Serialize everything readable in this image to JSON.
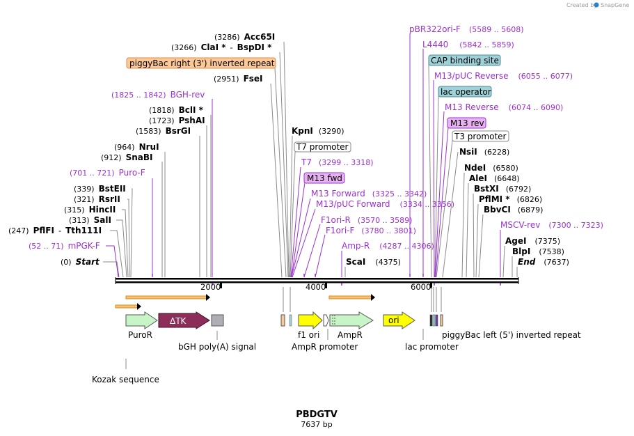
{
  "credit": {
    "prefix": "Created by",
    "brand": "SnapGene"
  },
  "plasmid": {
    "name": "PBDGTV",
    "length_label": "7637 bp",
    "length": 7637
  },
  "ruler": {
    "ticks": [
      "2000",
      "4000",
      "6000"
    ]
  },
  "labels": {
    "acc65i": {
      "num": "(3286)",
      "name": "Acc65I"
    },
    "clai": {
      "num": "(3266)",
      "name": "ClaI *",
      "sep": "-",
      "name2": "BspDI *"
    },
    "piggybac_right": {
      "name": "piggyBac right (3') inverted repeat"
    },
    "fsei": {
      "num": "(2951)",
      "name": "FseI"
    },
    "bgh_rev": {
      "num": "(1825 .. 1842)",
      "name": "BGH-rev"
    },
    "bcli": {
      "num": "(1818)",
      "name": "BclI *"
    },
    "pshai": {
      "num": "(1723)",
      "name": "PshAI"
    },
    "bsrgi": {
      "num": "(1583)",
      "name": "BsrGI"
    },
    "kpni": {
      "name": "KpnI",
      "num": "(3290)"
    },
    "t7_promoter": {
      "name": "T7 promoter"
    },
    "t7": {
      "name": "T7",
      "num": "(3299 .. 3318)"
    },
    "m13_fwd": {
      "name": "M13 fwd"
    },
    "m13_forward": {
      "name": "M13 Forward",
      "num": "(3325 .. 3342)"
    },
    "m13_puc_forward": {
      "name": "M13/pUC Forward",
      "num": "(3334 .. 3356)"
    },
    "f1ori_r": {
      "name": "F1ori-R",
      "num": "(3570 .. 3589)"
    },
    "f1ori_f": {
      "name": "F1ori-F",
      "num": "(3780 .. 3801)"
    },
    "amp_r": {
      "name": "Amp-R",
      "num": "(4287 .. 4306)"
    },
    "scai": {
      "name": "ScaI",
      "num": "(4375)"
    },
    "nrui": {
      "num": "(964)",
      "name": "NruI"
    },
    "snabi": {
      "num": "(912)",
      "name": "SnaBI"
    },
    "puro_f": {
      "num": "(701 .. 721)",
      "name": "Puro-F"
    },
    "bsteii": {
      "num": "(339)",
      "name": "BstEII"
    },
    "rsrii": {
      "num": "(321)",
      "name": "RsrII"
    },
    "hincii": {
      "num": "(315)",
      "name": "HincII"
    },
    "sali": {
      "num": "(313)",
      "name": "SalI"
    },
    "pflfi": {
      "num": "(247)",
      "name": "PflFI",
      "sep": "-",
      "name2": "Tth111I"
    },
    "mpgk_f": {
      "num": "(52 .. 71)",
      "name": "mPGK-F"
    },
    "start": {
      "num": "(0)",
      "name": "Start"
    },
    "pbr322ori_f": {
      "name": "pBR322ori-F",
      "num": "(5589 .. 5608)"
    },
    "l4440": {
      "name": "L4440",
      "num": "(5842 .. 5859)"
    },
    "cap": {
      "name": "CAP binding site"
    },
    "m13_puc_reverse": {
      "name": "M13/pUC Reverse",
      "num": "(6055 .. 6077)"
    },
    "lac_operator": {
      "name": "lac operator"
    },
    "m13_reverse": {
      "name": "M13 Reverse",
      "num": "(6074 .. 6090)"
    },
    "m13_rev": {
      "name": "M13 rev"
    },
    "t3_promoter": {
      "name": "T3 promoter"
    },
    "nsii": {
      "name": "NsiI",
      "num": "(6228)"
    },
    "ndei": {
      "name": "NdeI",
      "num": "(6580)"
    },
    "alei": {
      "name": "AleI",
      "num": "(6648)"
    },
    "bstxi": {
      "name": "BstXI",
      "num": "(6792)"
    },
    "pflmi": {
      "name": "PflMI *",
      "num": "(6826)"
    },
    "bbvci": {
      "name": "BbvCI",
      "num": "(6879)"
    },
    "mscv_rev": {
      "name": "MSCV-rev",
      "num": "(7300 .. 7323)"
    },
    "agei": {
      "name": "AgeI",
      "num": "(7375)"
    },
    "blpi": {
      "name": "BlpI",
      "num": "(7538)"
    },
    "end": {
      "name": "End",
      "num": "(7637)"
    }
  },
  "features": {
    "puror": "PuroR",
    "dtk": "ΔTK",
    "bgh": "bGH poly(A) signal",
    "f1ori": "f1 ori",
    "ampr_promoter": "AmpR promoter",
    "ampr": "AmpR",
    "ori": "ori",
    "lac_promoter": "lac promoter",
    "piggybac_left": "piggyBac left (5') inverted repeat",
    "kozak": "Kozak sequence"
  },
  "colors": {
    "enzyme_line": "#8a8a8a",
    "primer": "#9b30d0",
    "backbone": "#000000",
    "orf_orange": "#f5a623",
    "puror_fill": "#c8f5c8",
    "dtk_fill": "#8c2d5a",
    "yellow": "#ffff00",
    "repeat_orange": "#fcc898",
    "cap_fill": "#9fd1d8",
    "primer_fill": "#e6b3f0"
  }
}
